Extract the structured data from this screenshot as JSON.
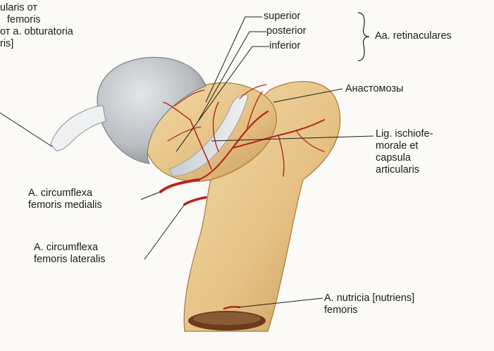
{
  "labels": {
    "top_left_partial": {
      "line1": "ularis от",
      "line2": "femoris",
      "line3": "от a. obturatoria",
      "line4": "ris]"
    },
    "retinacular_branches": {
      "superior": "superior",
      "posterior": "posterior",
      "inferior": "inferior"
    },
    "retinaculares": "Aa. retinaculares",
    "anastomoses": "Анастомозы",
    "ligament": {
      "line1": "Lig. ischiofe-",
      "line2": "morale et",
      "line3": "capsula",
      "line4": "articularis"
    },
    "circumflexa_medialis": {
      "line1": "A. circumflexa",
      "line2": "femoris medialis"
    },
    "circumflexa_lateralis": {
      "line1": "A. circumflexa",
      "line2": "femoris lateralis"
    },
    "nutricia": {
      "line1": "A. nutricia [nutriens]",
      "line2": "femoris"
    }
  },
  "colors": {
    "bone": "#e8c98e",
    "bone_shadow": "#c79a55",
    "cartilage": "#c9ccd0",
    "artery": "#b3261e",
    "ligament": "#d9dde2",
    "marrow": "#6b3a1f"
  }
}
